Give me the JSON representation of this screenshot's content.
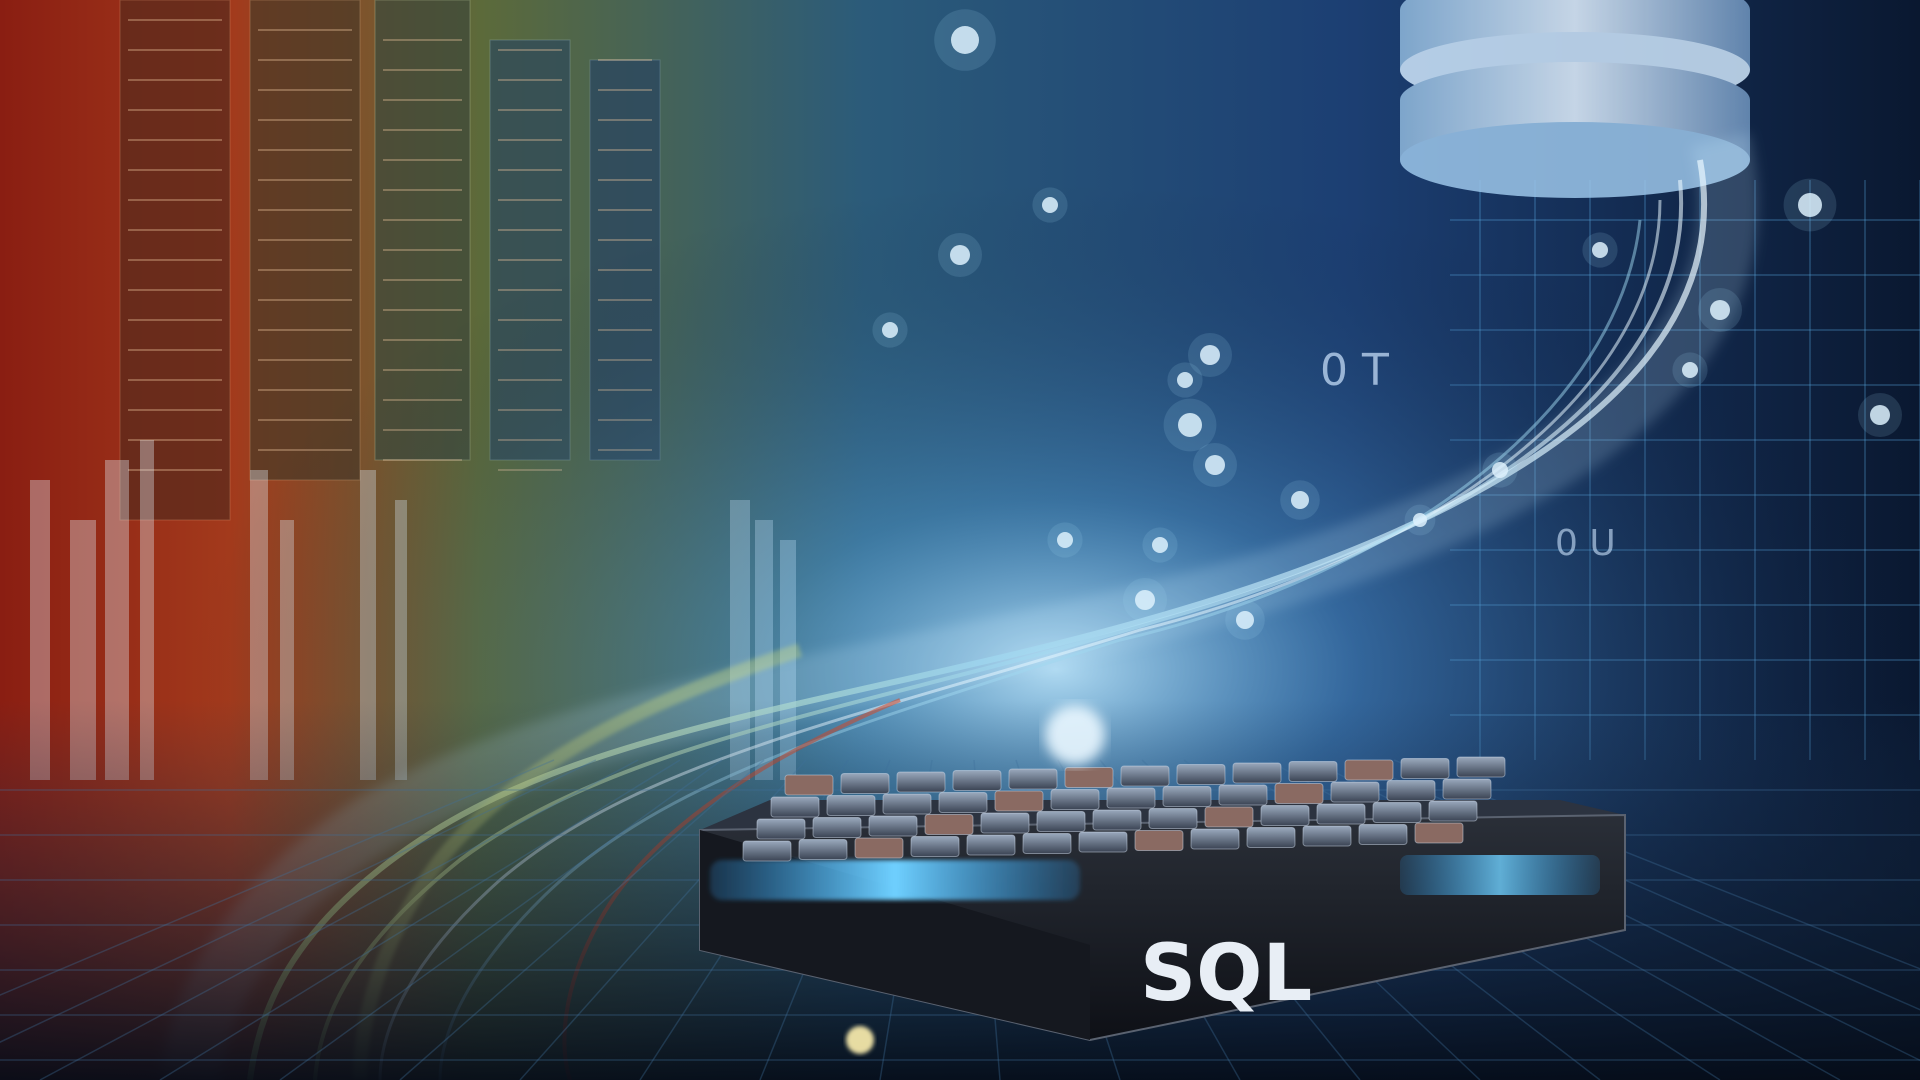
{
  "scene": {
    "device_label": "SQL",
    "floating_glyphs": [
      "0 T",
      "0 U"
    ],
    "colors": {
      "background_dark": "#081428",
      "accent_blue": "#4fc3ff",
      "accent_red": "#c0392b",
      "accent_yellow": "#c9d36a",
      "device_body": "#1a1d24",
      "device_label": "#e8eef5"
    }
  }
}
